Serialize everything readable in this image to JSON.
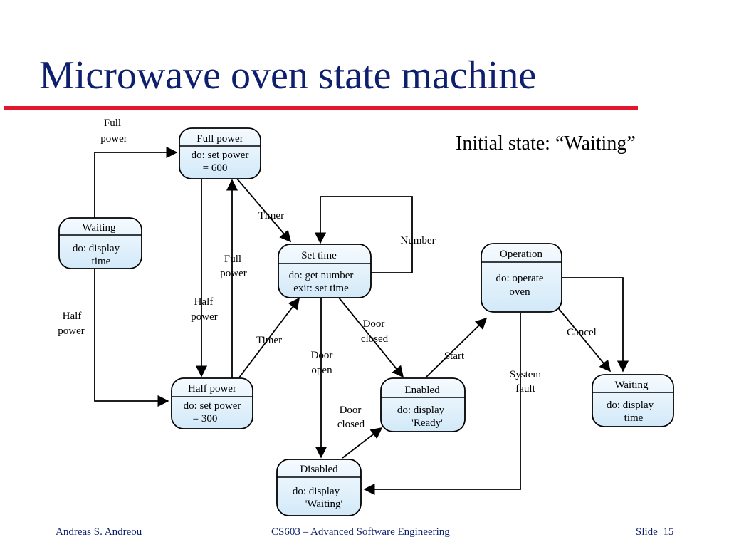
{
  "slide": {
    "title": "Microwave oven state machine",
    "note": "Initial state: “Waiting”"
  },
  "states": {
    "full_power": {
      "name": "Full power",
      "line1": "do: set power",
      "line2": "= 600"
    },
    "waiting_left": {
      "name": "Waiting",
      "line1": "do: display",
      "line2": "time"
    },
    "set_time": {
      "name": "Set time",
      "line1": "do: get number",
      "line2": "exit: set time"
    },
    "operation": {
      "name": "Operation",
      "line1": "do: operate",
      "line2": "oven"
    },
    "half_power": {
      "name": "Half power",
      "line1": "do: set power",
      "line2": "= 300"
    },
    "enabled": {
      "name": "Enabled",
      "line1": "do: display",
      "line2": "'Ready'"
    },
    "waiting_right": {
      "name": "Waiting",
      "line1": "do: display",
      "line2": "time"
    },
    "disabled": {
      "name": "Disabled",
      "line1": "do: display",
      "line2": "'Waiting'"
    }
  },
  "transitions": {
    "full_power_top": [
      "Full",
      "power"
    ],
    "timer_top": "Timer",
    "number": "Number",
    "full_power_mid": [
      "Full",
      "power"
    ],
    "half_power_mid": [
      "Half",
      "power"
    ],
    "half_power_left": [
      "Half",
      "power"
    ],
    "timer_bottom": "Timer",
    "door_open": [
      "Door",
      "open"
    ],
    "door_closed_mid": [
      "Door",
      "closed"
    ],
    "start": "Start",
    "system_fault": [
      "System",
      "fault"
    ],
    "cancel": "Cancel",
    "door_closed_bottom": [
      "Door",
      "closed"
    ]
  },
  "footer": {
    "author": "Andreas S. Andreou",
    "course": "CS603 – Advanced Software Engineering",
    "slide_label": "Slide",
    "slide_number": "15"
  },
  "colors": {
    "title": "#0e1f6e",
    "title_rule": "#e3162d",
    "state_fill": "#dff0fb",
    "state_stroke": "#000000"
  }
}
